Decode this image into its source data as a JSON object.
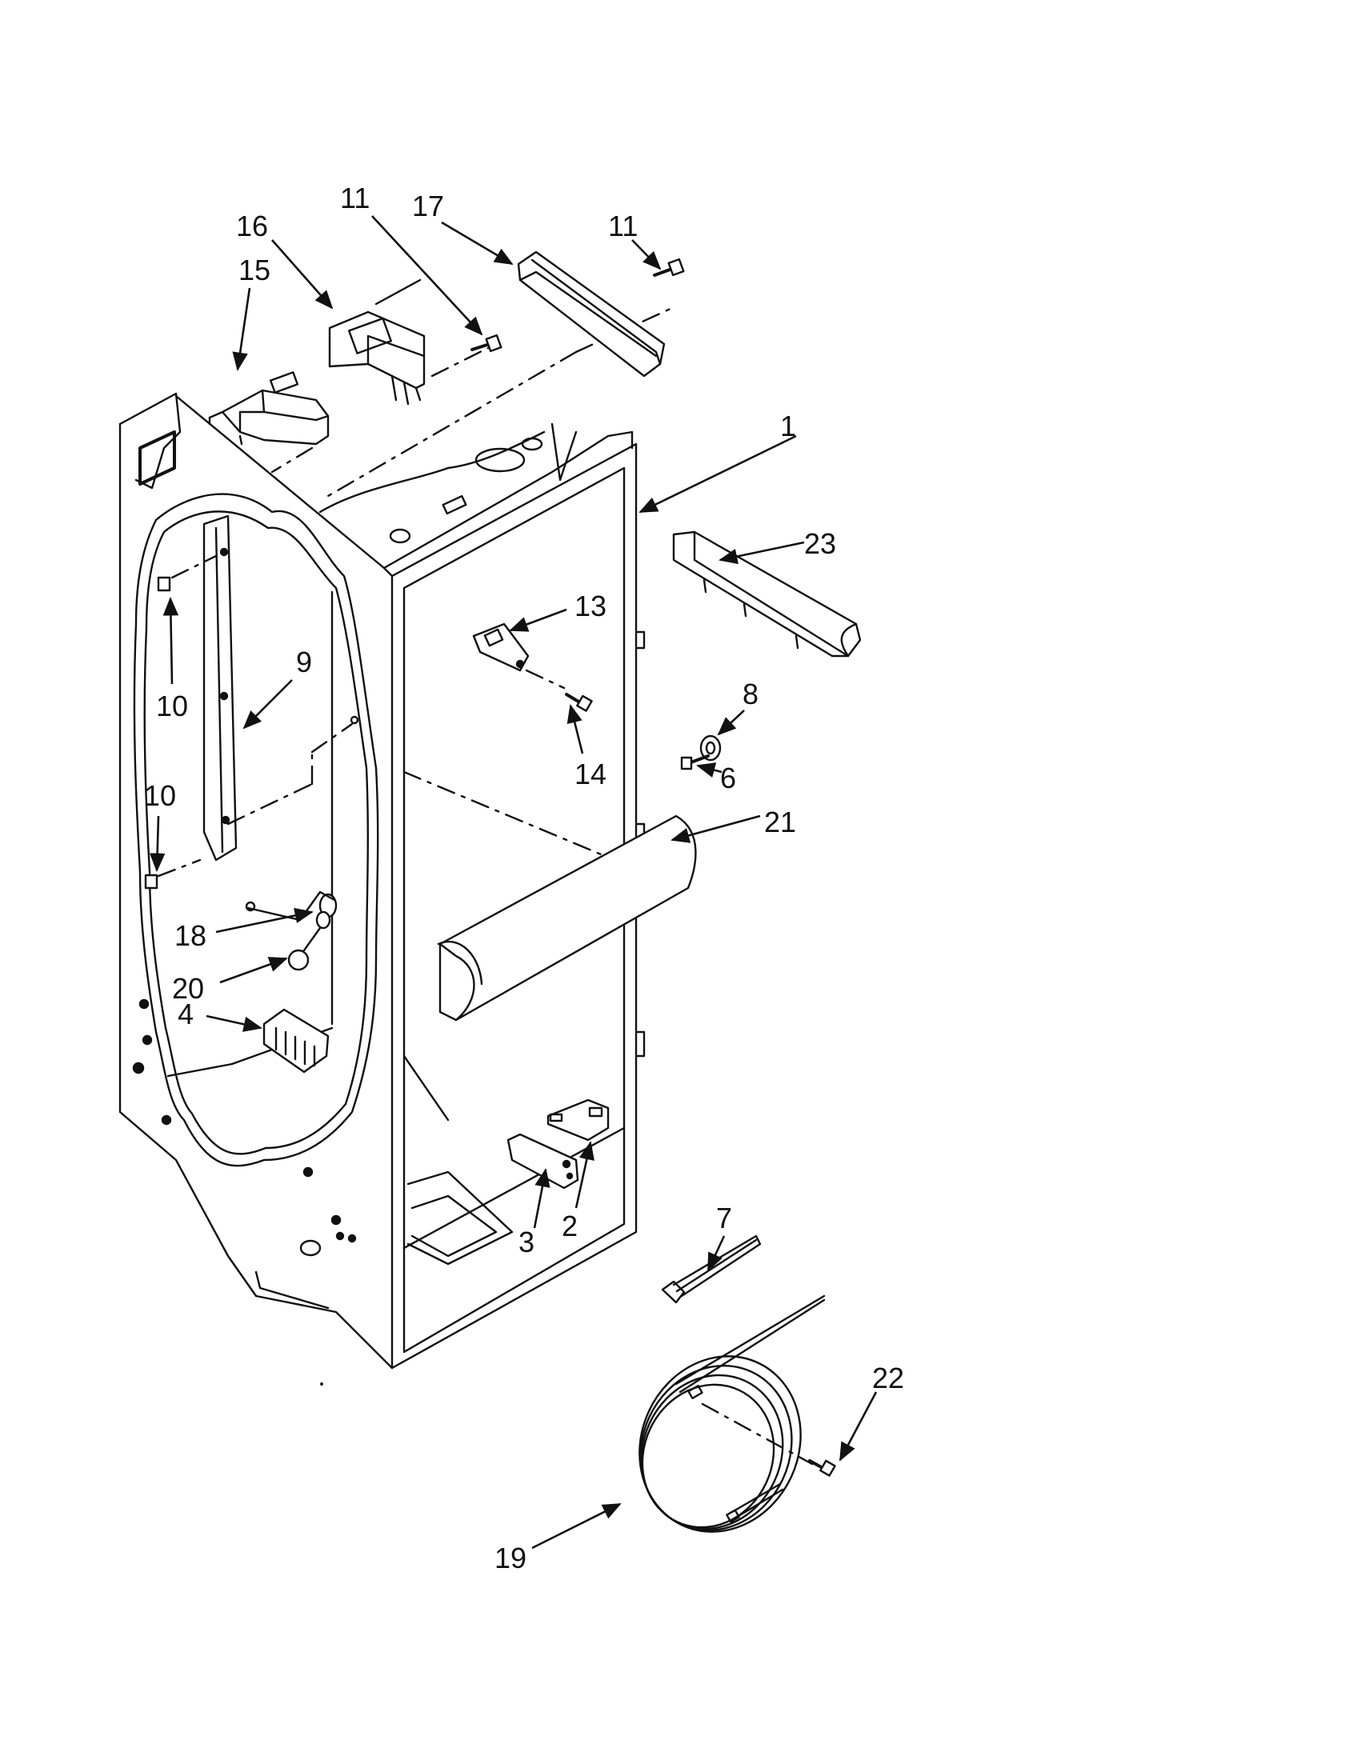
{
  "diagram": {
    "colors": {
      "ink": "#111111",
      "paper": "#ffffff"
    },
    "callouts": [
      {
        "id": "c1",
        "label": "1"
      },
      {
        "id": "c2",
        "label": "2"
      },
      {
        "id": "c3",
        "label": "3"
      },
      {
        "id": "c4",
        "label": "4"
      },
      {
        "id": "c6",
        "label": "6"
      },
      {
        "id": "c7",
        "label": "7"
      },
      {
        "id": "c8",
        "label": "8"
      },
      {
        "id": "c9",
        "label": "9"
      },
      {
        "id": "c10a",
        "label": "10"
      },
      {
        "id": "c10b",
        "label": "10"
      },
      {
        "id": "c11a",
        "label": "11"
      },
      {
        "id": "c11b",
        "label": "11"
      },
      {
        "id": "c13",
        "label": "13"
      },
      {
        "id": "c14",
        "label": "14"
      },
      {
        "id": "c15",
        "label": "15"
      },
      {
        "id": "c16",
        "label": "16"
      },
      {
        "id": "c17",
        "label": "17"
      },
      {
        "id": "c18",
        "label": "18"
      },
      {
        "id": "c19",
        "label": "19"
      },
      {
        "id": "c20",
        "label": "20"
      },
      {
        "id": "c21",
        "label": "21"
      },
      {
        "id": "c22",
        "label": "22"
      },
      {
        "id": "c23",
        "label": "23"
      }
    ]
  }
}
